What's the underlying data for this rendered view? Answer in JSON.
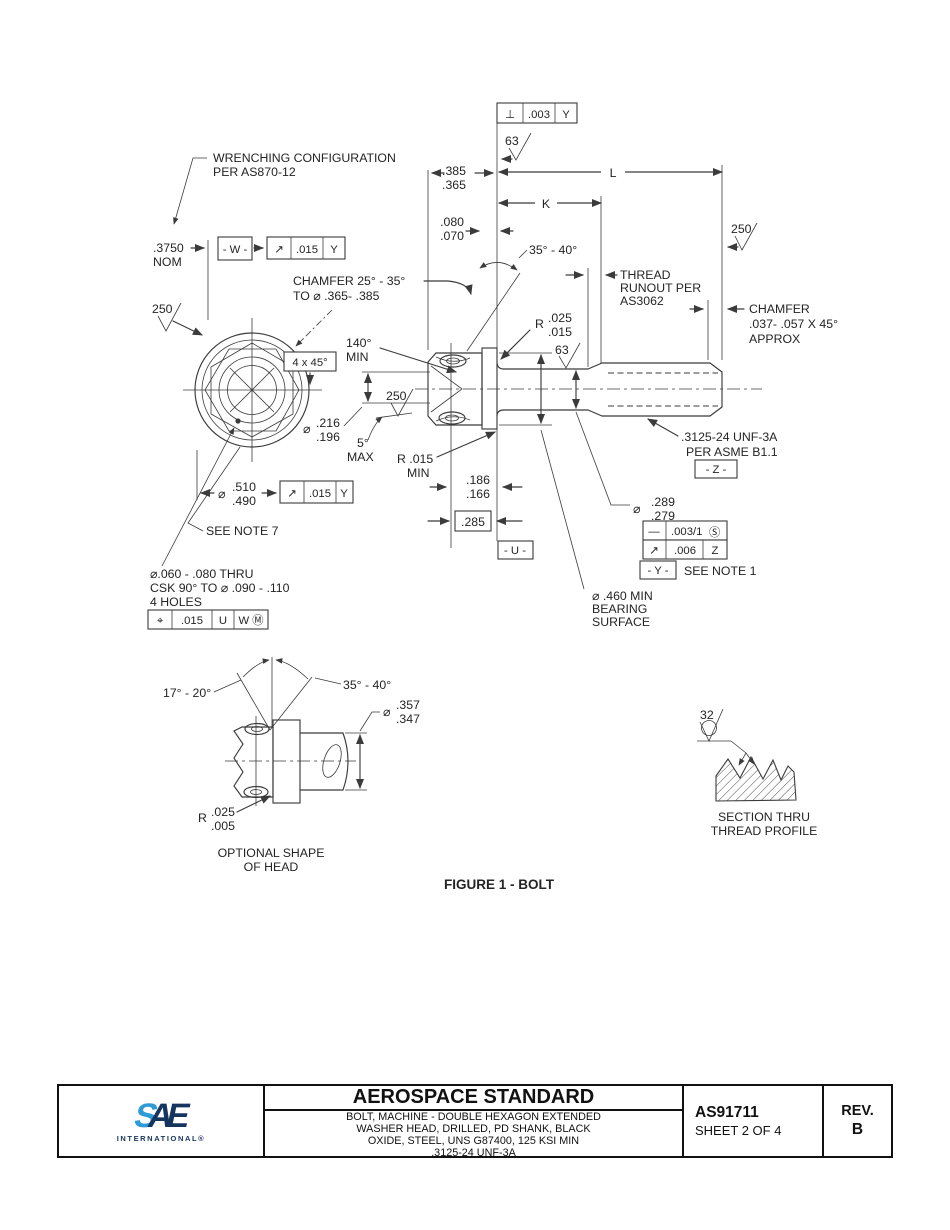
{
  "colors": {
    "line": "#3b3b3b",
    "text": "#242424",
    "sae_light_blue": "#2e9bd6",
    "sae_navy": "#16355e"
  },
  "drawing": {
    "wrenching_note": [
      "WRENCHING CONFIGURATION",
      "PER  AS870-12"
    ],
    "wrench_nom": {
      "value": ".3750",
      "qual": "NOM"
    },
    "datum_w": "- W -",
    "fcf_w_runout": {
      "sym": "↗",
      "tol": ".015",
      "datum": "Y"
    },
    "fcf_perp": {
      "sym": "⊥",
      "tol": ".003",
      "datum": "Y"
    },
    "finish_63": "63",
    "finish_250": "250",
    "head_height": {
      "max": ".385",
      "min": ".365"
    },
    "flange_thk": {
      "max": ".080",
      "min": ".070"
    },
    "len_overall": "L",
    "len_grip": "K",
    "chamfer_head_note": [
      "CHAMFER 25° - 35°",
      "TO ⌀ .365- .385"
    ],
    "head_angle": "35° - 40°",
    "thread_runout_note": [
      "THREAD",
      "RUNOUT PER",
      "AS3062"
    ],
    "chamfer_end_note": [
      "CHAMFER",
      ".037- .057 X 45°",
      "APPROX"
    ],
    "fillet_r": {
      "prefix": "R",
      "max": ".025",
      "min": ".015"
    },
    "scallop_angle": {
      "value": "140°",
      "qual": "MIN"
    },
    "chamfer_corner": "4 x 45°",
    "root_dia": {
      "prefix": "⌀",
      "max": ".216",
      "min": ".196"
    },
    "flute_angle": {
      "value": "5°",
      "qual": "MAX"
    },
    "scallop_r": {
      "value": "R .015",
      "qual": "MIN"
    },
    "hole_loc": {
      "max": ".186",
      "min": ".166"
    },
    "basic_285": ".285",
    "datum_u": "- U -",
    "flange_dia": {
      "prefix": "⌀",
      "max": ".510",
      "min": ".490"
    },
    "fcf_head_runout": {
      "sym": "↗",
      "tol": ".015",
      "datum": "Y"
    },
    "note7": "SEE NOTE 7",
    "holes_note": [
      "⌀.060 - .080 THRU",
      "CSK 90° TO ⌀ .090 - .110",
      "4 HOLES"
    ],
    "fcf_holes": {
      "sym": "⌖",
      "tol": ".015",
      "d1": "U",
      "d2": "W Ⓜ"
    },
    "thread_spec": [
      ".3125-24 UNF-3A",
      "PER ASME B1.1"
    ],
    "datum_z": "- Z -",
    "shank_dia": {
      "prefix": "⌀",
      "max": ".289",
      "min": ".279"
    },
    "fcf_straightness": {
      "sym": "—",
      "tol": ".003/1",
      "mod": "Ⓢ"
    },
    "fcf_z_runout": {
      "sym": "↗",
      "tol": ".006",
      "datum": "Z"
    },
    "datum_y": "- Y -",
    "note1": "SEE NOTE 1",
    "bearing_note": [
      "⌀ .460 MIN",
      "BEARING",
      "SURFACE"
    ]
  },
  "optional_head": {
    "angle_narrow": "17° - 20°",
    "angle_wide": "35° - 40°",
    "dia": {
      "prefix": "⌀",
      "max": ".357",
      "min": ".347"
    },
    "radius": {
      "prefix": "R",
      "max": ".025",
      "min": ".005"
    },
    "caption": [
      "OPTIONAL SHAPE",
      "OF HEAD"
    ]
  },
  "thread_section": {
    "finish": "32",
    "caption": [
      "SECTION THRU",
      "THREAD PROFILE"
    ]
  },
  "figure_caption": "FIGURE 1 - BOLT",
  "title_block": {
    "logo_s": "S",
    "logo_a": "A",
    "logo_e": "E",
    "logo_sub": "INTERNATIONAL®",
    "title": "AEROSPACE STANDARD",
    "description": [
      "BOLT, MACHINE - DOUBLE HEXAGON EXTENDED",
      "WASHER HEAD, DRILLED, PD SHANK, BLACK",
      "OXIDE, STEEL, UNS G87400, 125 KSI MIN",
      ".3125-24 UNF-3A"
    ],
    "document_number": "AS91711",
    "sheet_info": "SHEET 2 OF 4",
    "rev_label": "REV.",
    "rev_value": "B"
  }
}
